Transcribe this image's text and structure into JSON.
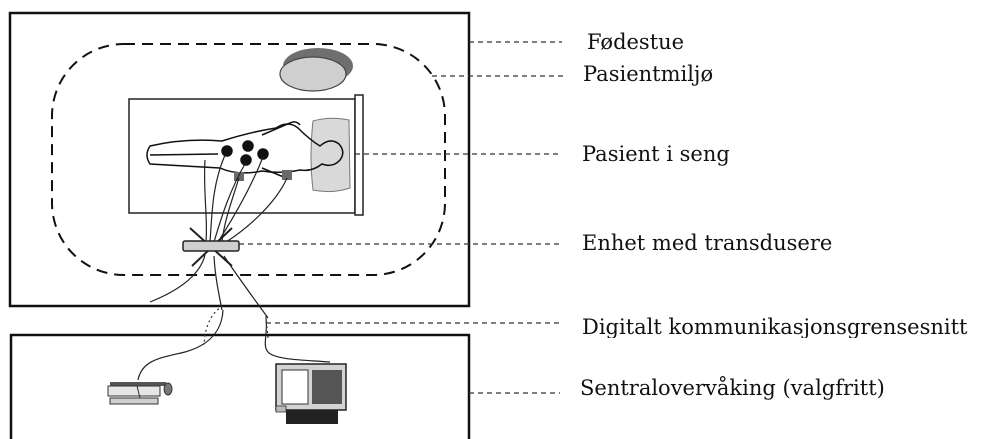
{
  "labels": [
    "Fødestue",
    "Pasientmiljø",
    "Pasient i seng",
    "Enhet med transdusere",
    "Digitalt kommunikasjonsgrensesnitt",
    "Sentralovervåking (valgfritt)"
  ]
}
